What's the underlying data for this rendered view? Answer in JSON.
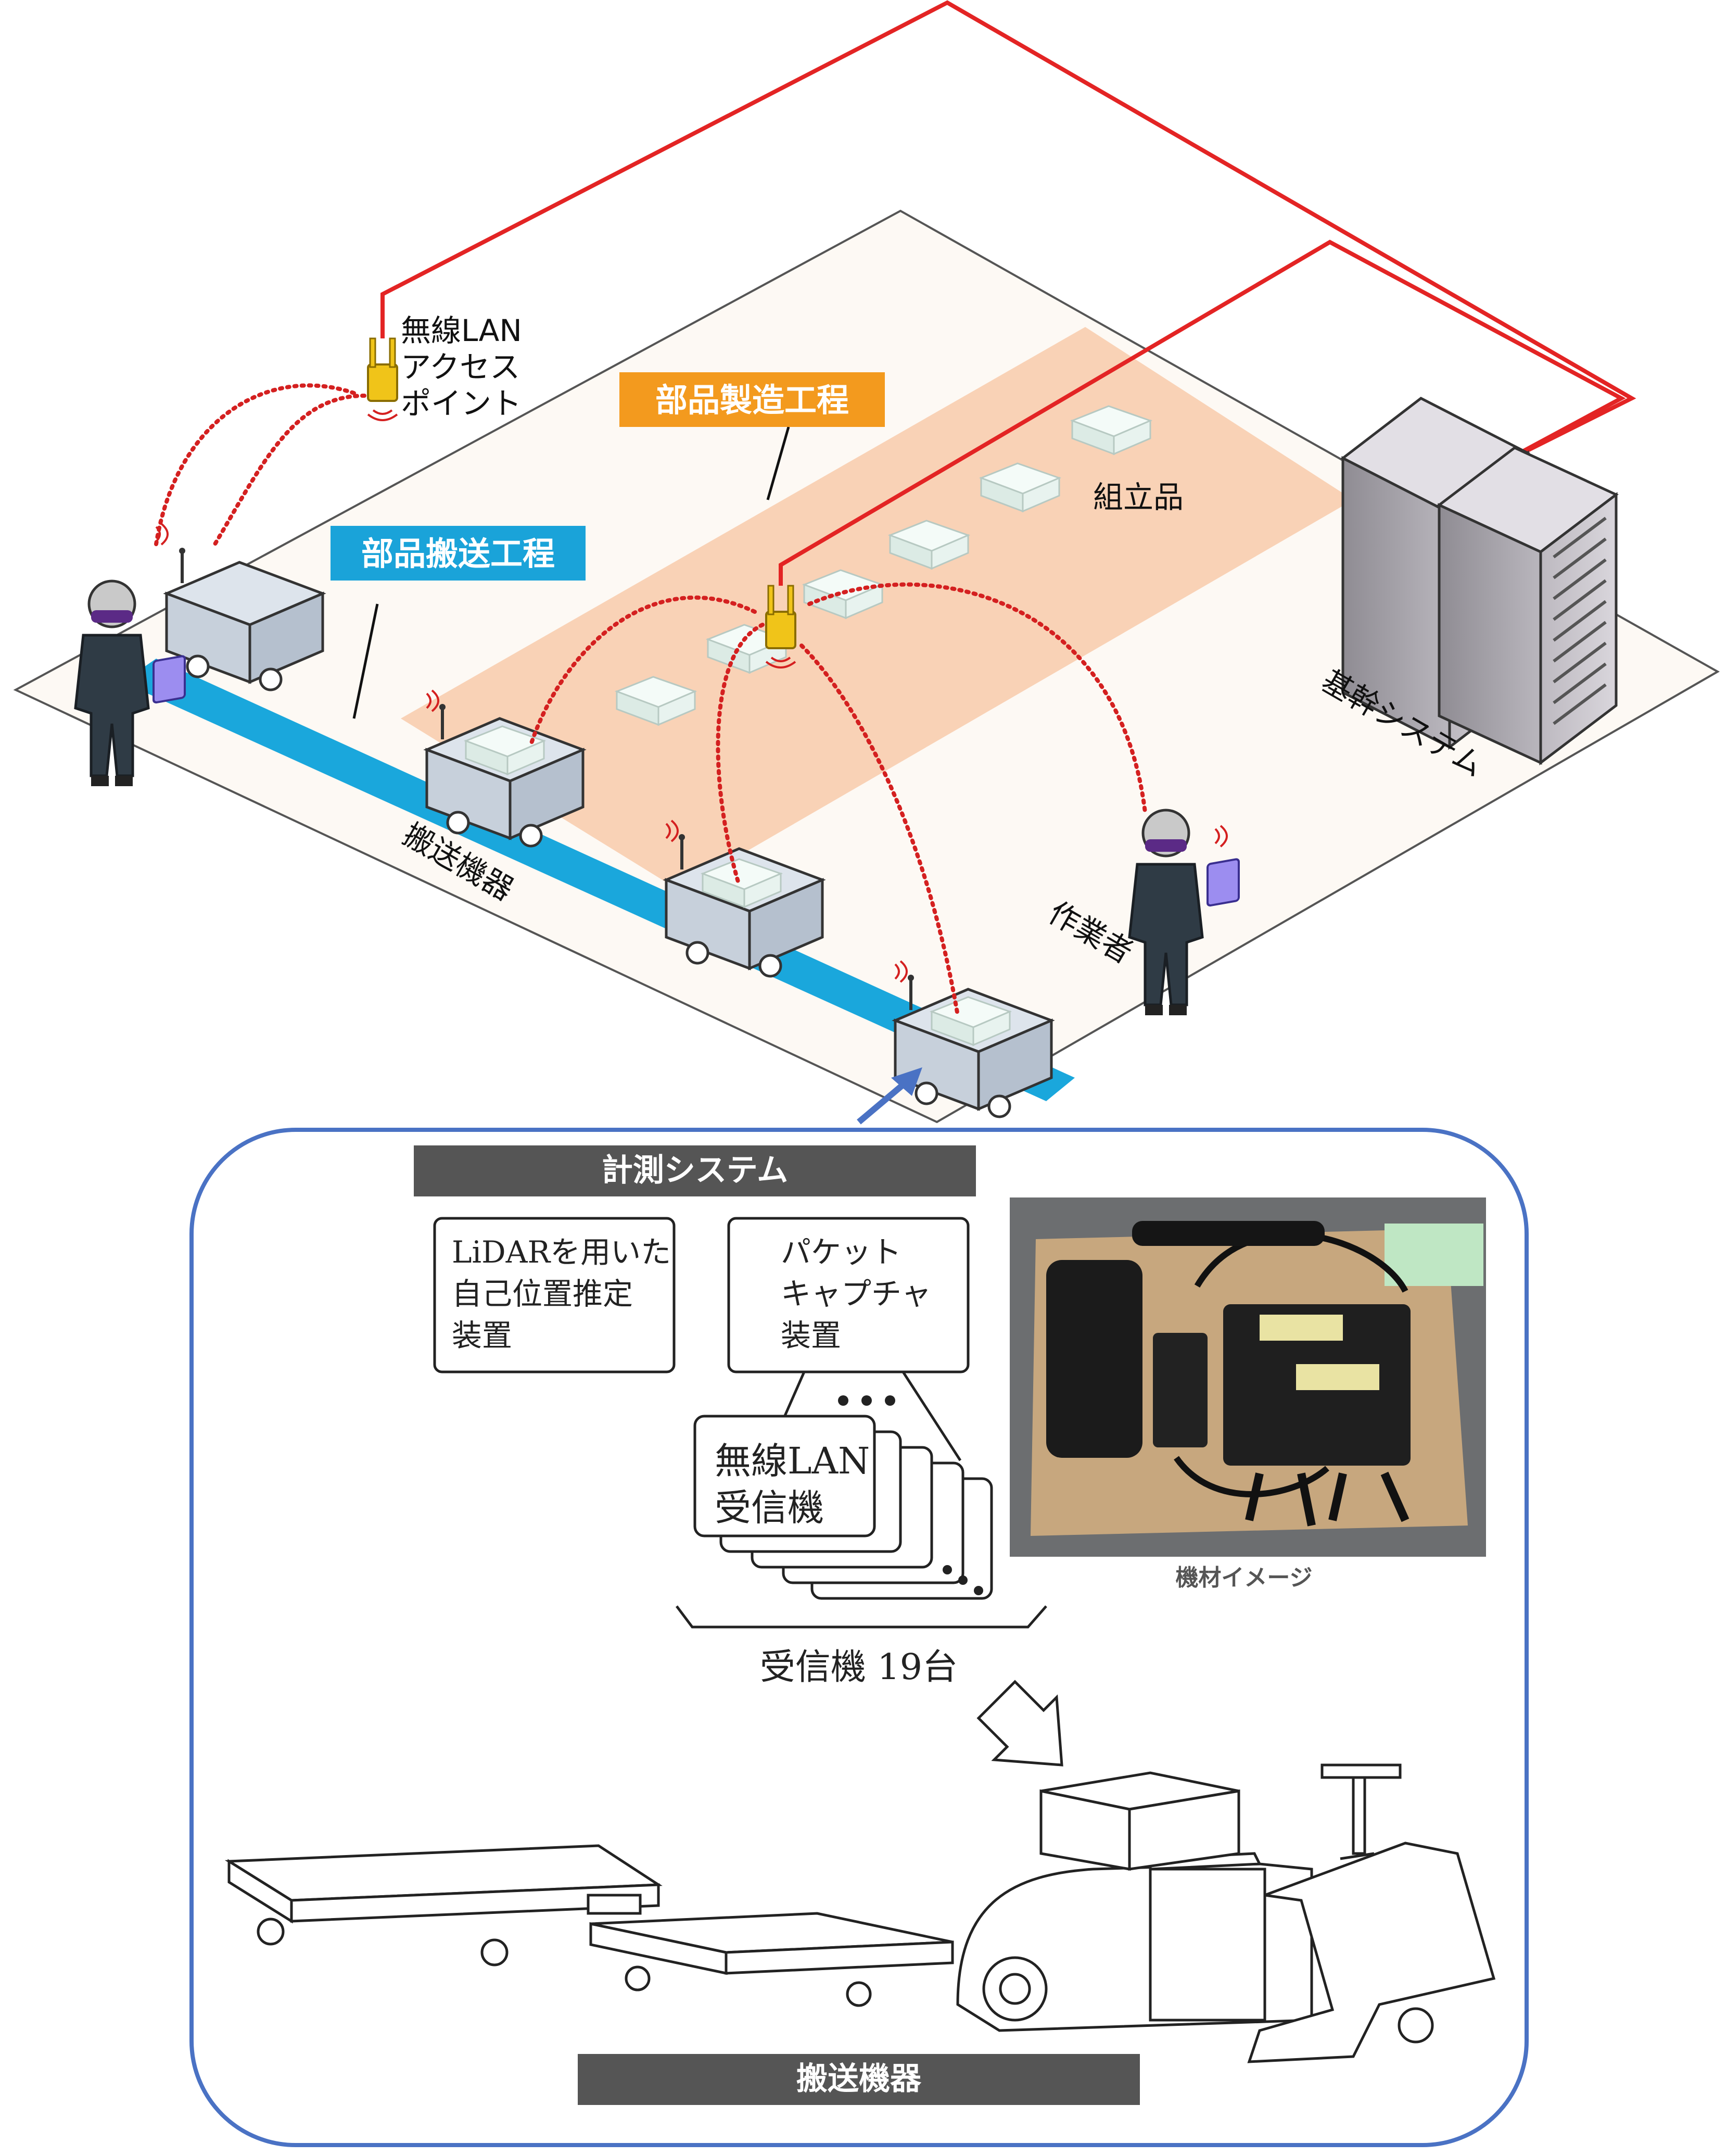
{
  "labels": {
    "access_point_line1": "無線LAN",
    "access_point_line2": "アクセス",
    "access_point_line3": "ポイント",
    "parts_manufacturing": "部品製造工程",
    "parts_transport": "部品搬送工程",
    "assembly": "組立品",
    "core_system": "基幹システム",
    "transport_equipment_floor": "搬送機器",
    "worker": "作業者"
  },
  "measurement": {
    "title": "計測システム",
    "lidar_line1": "LiDARを用いた",
    "lidar_line2": "自己位置推定",
    "lidar_line3": "装置",
    "packet_line1": "パケット",
    "packet_line2": "キャプチャ",
    "packet_line3": "装置",
    "receiver_line1": "無線LAN",
    "receiver_line2": "受信機",
    "receiver_count": "受信機 19台",
    "photo_caption": "機材イメージ",
    "transport_title": "搬送機器"
  },
  "colors": {
    "wire": "#e32424",
    "signal": "#d42020",
    "transport_lane": "#1aa7dc",
    "manufacturing_zone": "#f9d2b6",
    "orange_label": "#f39a1e",
    "blue_label": "#1aa3d9",
    "frame": "#4a72c4",
    "dark_bar": "#555555"
  }
}
